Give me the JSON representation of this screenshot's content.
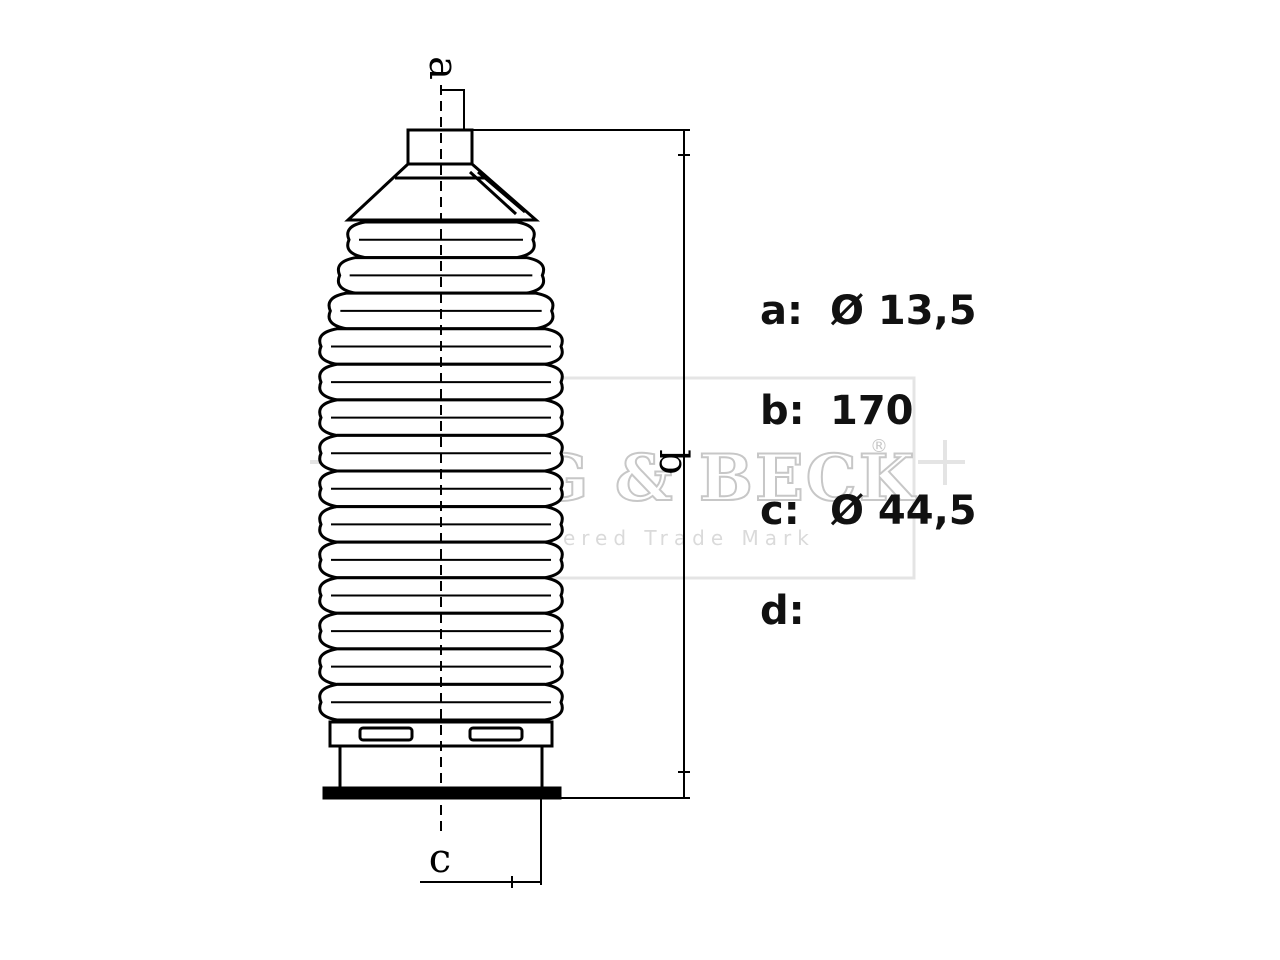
{
  "diagram": {
    "dimension_labels": {
      "a": "a",
      "b": "b",
      "c": "c"
    }
  },
  "specs": [
    {
      "key": "a:",
      "value": "Ø 13,5"
    },
    {
      "key": "b:",
      "value": "170"
    },
    {
      "key": "c:",
      "value": "Ø 44,5"
    },
    {
      "key": "d:",
      "value": ""
    }
  ],
  "watermark": {
    "brand": "BORG & BECK",
    "tagline": "Registered Trade Mark",
    "mark": "®"
  },
  "colors": {
    "line": "#000000",
    "watermark": "#d6d6d6",
    "text": "#111111"
  }
}
